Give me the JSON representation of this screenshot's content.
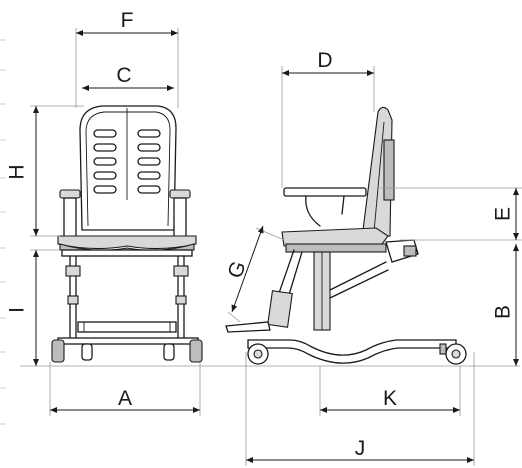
{
  "labels": {
    "A": "A",
    "B": "B",
    "C": "C",
    "D": "D",
    "E": "E",
    "F": "F",
    "G": "G",
    "H": "H",
    "I": "I",
    "J": "J",
    "K": "K"
  },
  "colors": {
    "line": "#1a1a1a",
    "fill_light": "#d9d9d9",
    "fill_dark": "#bdbdbd"
  }
}
